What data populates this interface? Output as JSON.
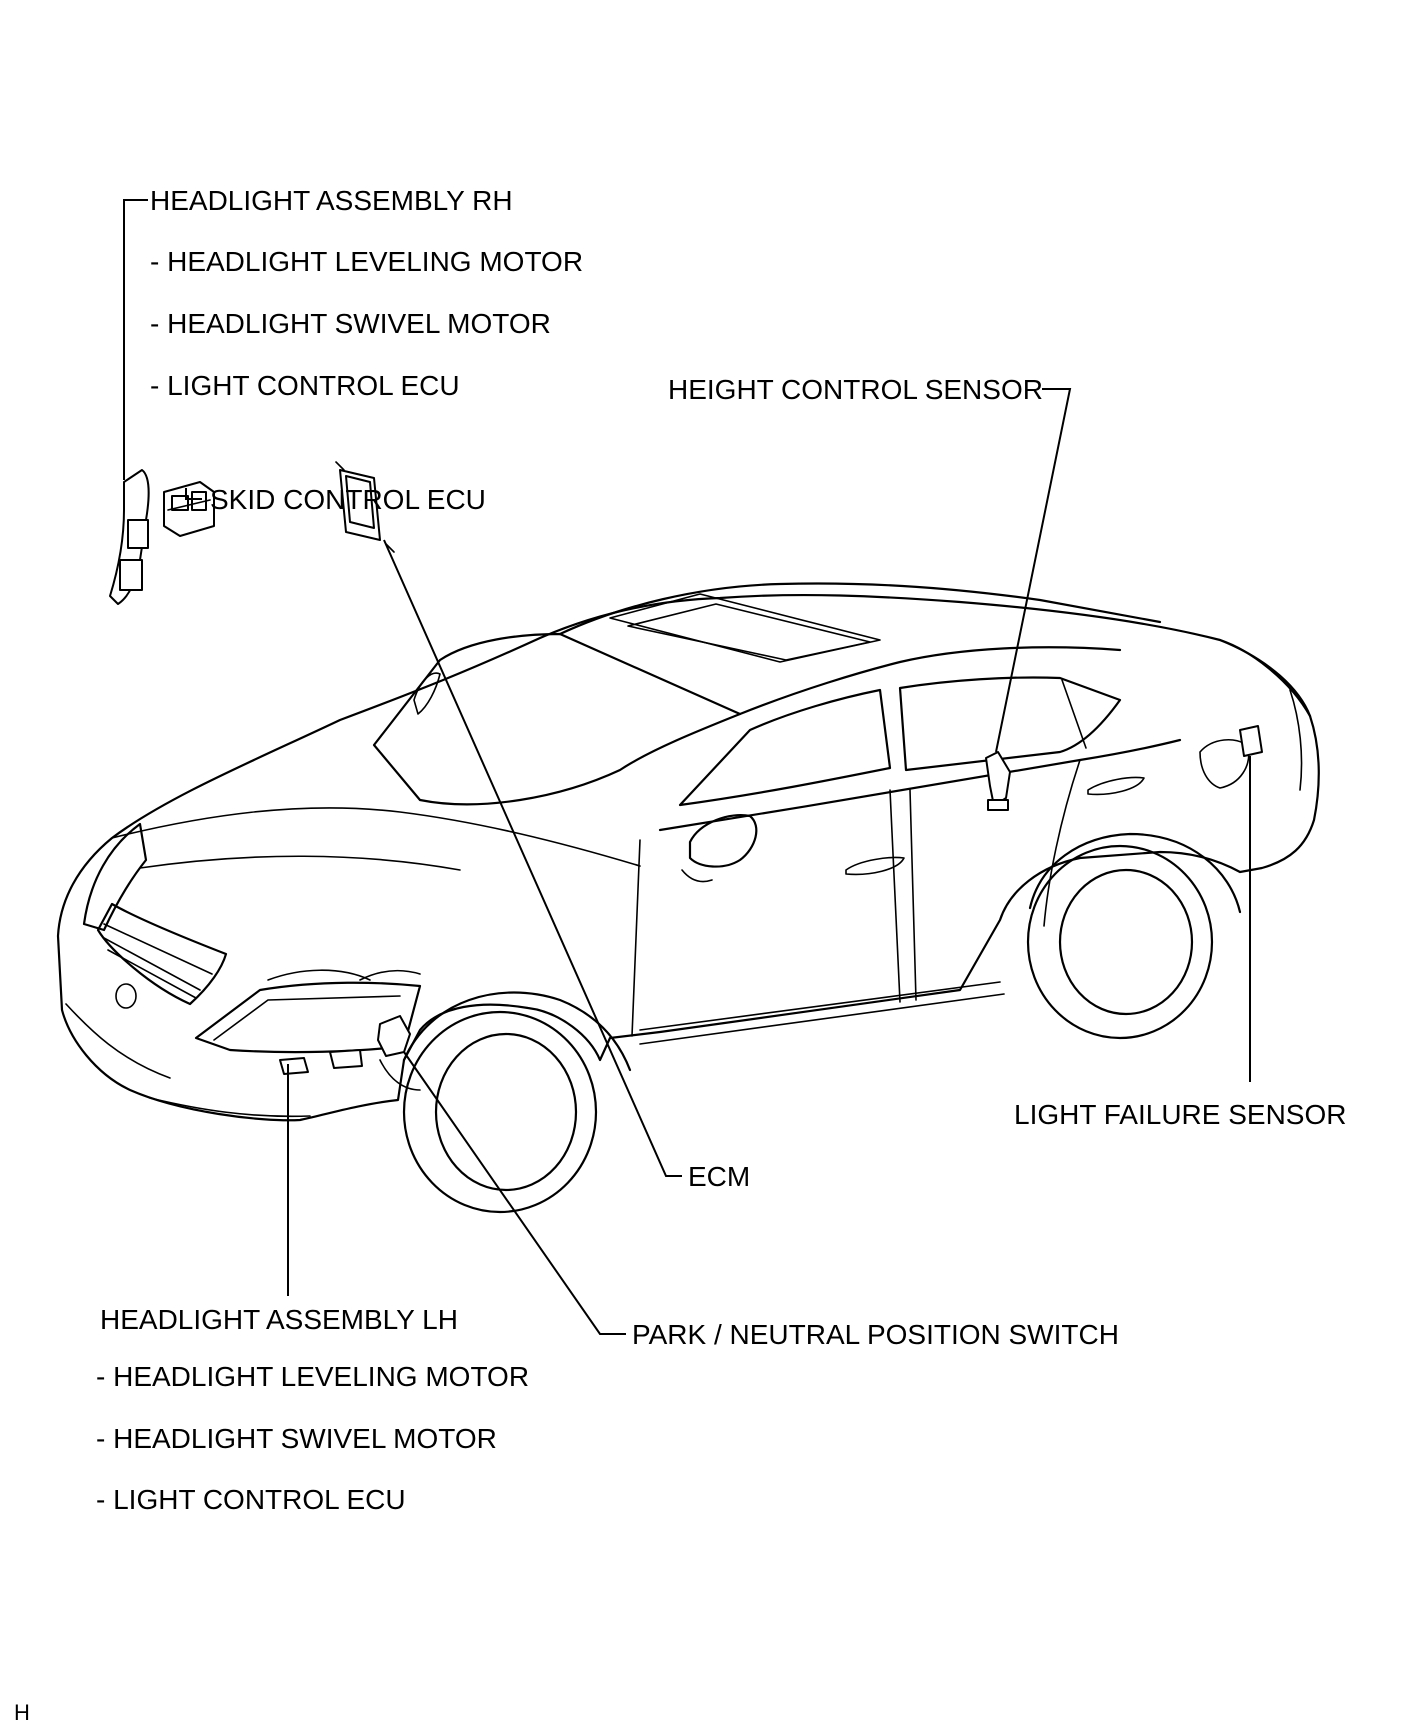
{
  "labels": {
    "headlight_rh": "HEADLIGHT ASSEMBLY RH",
    "headlight_rh_sub": [
      "- HEADLIGHT LEVELING MOTOR",
      "- HEADLIGHT SWIVEL MOTOR",
      "- LIGHT CONTROL ECU"
    ],
    "skid_control_ecu": "SKID CONTROL ECU",
    "height_control_sensor": "HEIGHT CONTROL SENSOR",
    "light_failure_sensor": "LIGHT FAILURE SENSOR",
    "ecm": "ECM",
    "headlight_lh": "HEADLIGHT ASSEMBLY LH",
    "headlight_lh_sub": [
      "- HEADLIGHT LEVELING MOTOR",
      "- HEADLIGHT SWIVEL MOTOR",
      "- LIGHT CONTROL ECU"
    ],
    "park_neutral_switch": "PARK / NEUTRAL POSITION SWITCH"
  },
  "corner_mark": "H"
}
